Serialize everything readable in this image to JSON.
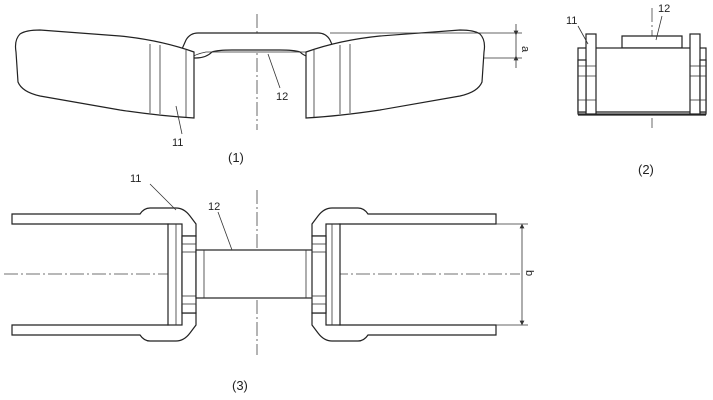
{
  "views": {
    "view1": {
      "caption": "(1)",
      "labels": {
        "part_a": "11",
        "part_b": "12",
        "dimension": "a"
      }
    },
    "view2": {
      "caption": "(2)",
      "labels": {
        "part_a": "11",
        "part_b": "12"
      }
    },
    "view3": {
      "caption": "(3)",
      "labels": {
        "part_a": "11",
        "part_b": "12",
        "dimension": "b"
      }
    }
  }
}
